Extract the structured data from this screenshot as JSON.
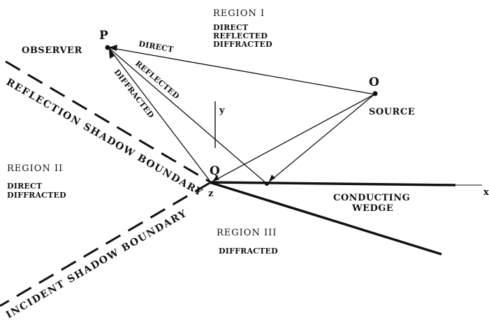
{
  "regions": {
    "region1": {
      "title": "REGION I",
      "lines": [
        "DIRECT",
        "REFLECTED",
        "DIFFRACTED"
      ]
    },
    "region2": {
      "title": "REGION II",
      "lines": [
        "DIRECT",
        "DIFFRACTED"
      ]
    },
    "region3": {
      "title": "REGION III",
      "lines": [
        "DIFFRACTED"
      ]
    }
  },
  "points": {
    "observer": {
      "letter": "P",
      "label": "OBSERVER"
    },
    "source": {
      "letter": "O",
      "label": "SOURCE"
    },
    "edge": {
      "letter": "Q",
      "axis": "z"
    }
  },
  "rays": {
    "direct": "DIRECT",
    "reflected": "REFLECTED",
    "diffracted": "DIFFRACTED"
  },
  "axes": {
    "x": "x",
    "y": "y"
  },
  "wedge": {
    "line1": "CONDUCTING",
    "line2": "WEDGE"
  },
  "boundaries": {
    "reflection": "REFLECTION SHADOW BOUNDARY",
    "incident": "INCIDENT SHADOW BOUNDARY"
  }
}
